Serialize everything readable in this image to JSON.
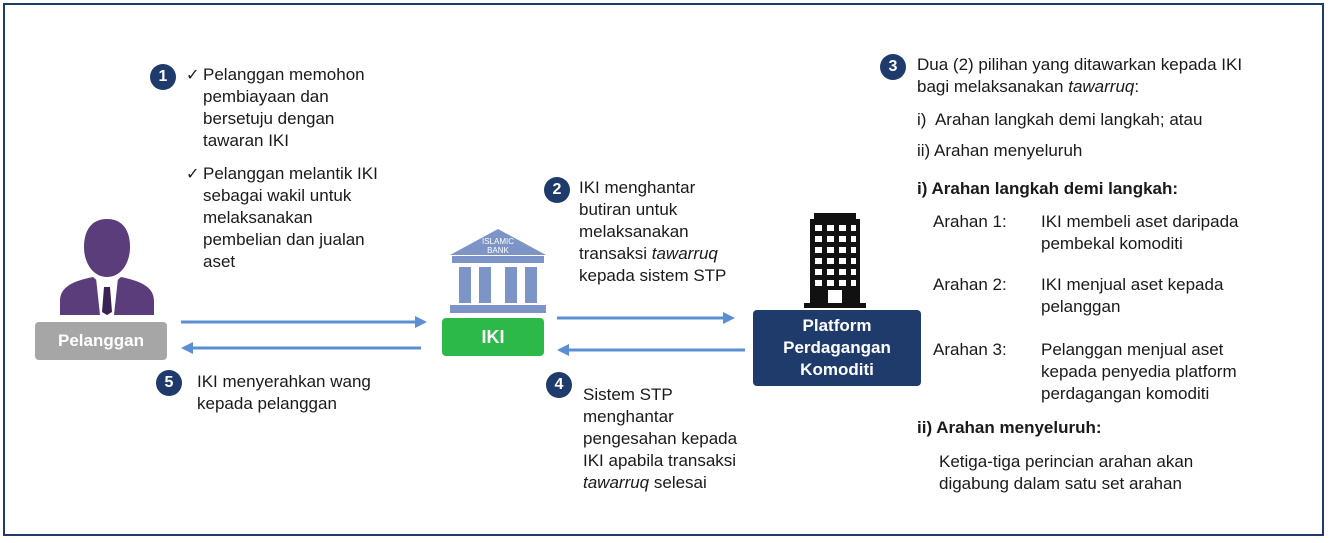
{
  "colors": {
    "navy": "#1f3b6b",
    "arrow": "#5b8fd1",
    "green": "#2db84a",
    "gray": "#a6a6a6",
    "person": "#5a3d7a",
    "bank": "#7d95c6"
  },
  "customer_box": "Pelanggan",
  "iki_box": "IKI",
  "bank_sign": [
    "ISLAMIC",
    "BANK"
  ],
  "platform_box": [
    "Platform",
    "Perdagangan",
    "Komoditi"
  ],
  "icons": {
    "customer": "person-icon",
    "bank": "bank-icon",
    "platform": "building-icon"
  },
  "step1": {
    "num": "1",
    "items": [
      [
        "Pelanggan memohon",
        "pembiayaan dan",
        "bersetuju dengan",
        "tawaran IKI"
      ],
      [
        "Pelanggan melantik IKI",
        "sebagai wakil untuk",
        "melaksanakan",
        "pembelian dan jualan",
        "aset"
      ]
    ]
  },
  "step2": {
    "num": "2",
    "lines": [
      "IKI menghantar",
      "butiran untuk",
      "melaksanakan"
    ],
    "line4_prefix": "transaksi ",
    "line4_italic": "tawarruq",
    "line5": "kepada sistem STP"
  },
  "step3": {
    "num": "3",
    "intro1": "Dua (2) pilihan yang ditawarkan kepada IKI",
    "intro2_prefix": "bagi melaksanakan ",
    "intro2_italic": "tawarruq",
    "intro2_suffix": ":",
    "option_i": "i)  Arahan langkah demi langkah; atau",
    "option_ii": "ii) Arahan menyeluruh",
    "heading_i": "i) Arahan langkah demi langkah:",
    "steps": [
      {
        "label": "Arahan 1:",
        "lines": [
          "IKI membeli aset daripada",
          "pembekal komoditi"
        ]
      },
      {
        "label": "Arahan 2:",
        "lines": [
          "IKI menjual aset kepada",
          "pelanggan"
        ]
      },
      {
        "label": "Arahan 3:",
        "lines": [
          "Pelanggan menjual aset",
          "kepada penyedia platform",
          "perdagangan komoditi"
        ]
      }
    ],
    "heading_ii": "ii) Arahan menyeluruh:",
    "overall": [
      "Ketiga-tiga perincian arahan akan",
      "digabung dalam satu set arahan"
    ]
  },
  "step4": {
    "num": "4",
    "lines": [
      "Sistem STP",
      "menghantar",
      "pengesahan kepada",
      "IKI apabila transaksi"
    ],
    "last_italic": "tawarruq",
    "last_suffix": " selesai"
  },
  "step5": {
    "num": "5",
    "lines": [
      "IKI menyerahkan wang",
      "kepada pelanggan"
    ]
  }
}
